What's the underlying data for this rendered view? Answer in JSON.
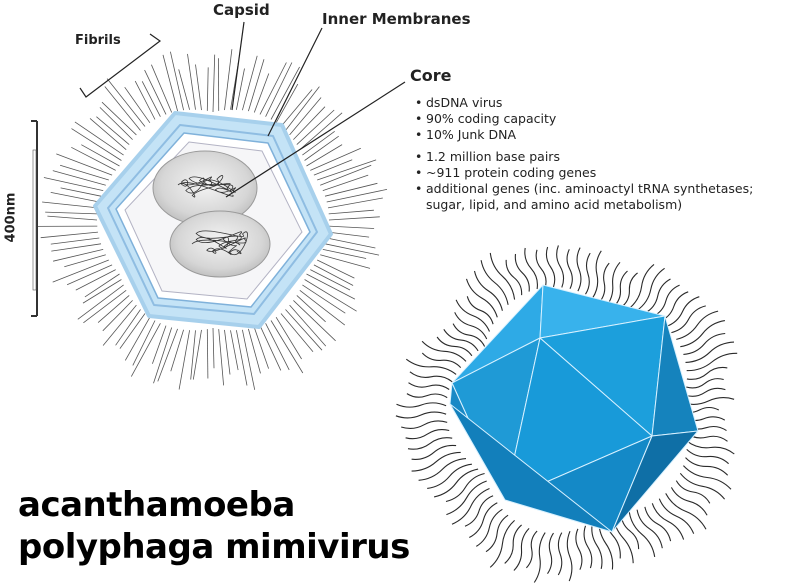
{
  "labels": {
    "capsid": "Capsid",
    "inner_membranes": "Inner Membranes",
    "fibrils": "Fibrils",
    "core": "Core",
    "scale": "400nm"
  },
  "facts": [
    "dsDNA virus",
    "90% coding capacity",
    "10% Junk DNA",
    "1.2 million base pairs",
    "~911 protein coding genes",
    "additional genes (inc. aminoactyl tRNA synthetases;",
    "sugar, lipid, and amino acid metabolism)"
  ],
  "title": {
    "line1": "acanthamoeba",
    "line2": "polyphaga mimivirus"
  },
  "colors": {
    "capsid_light": "#bfe0f4",
    "capsid_outline": "#9cc8e8",
    "icosahedron": "#1c9fdc",
    "core_gray": "#cfcfcf"
  }
}
